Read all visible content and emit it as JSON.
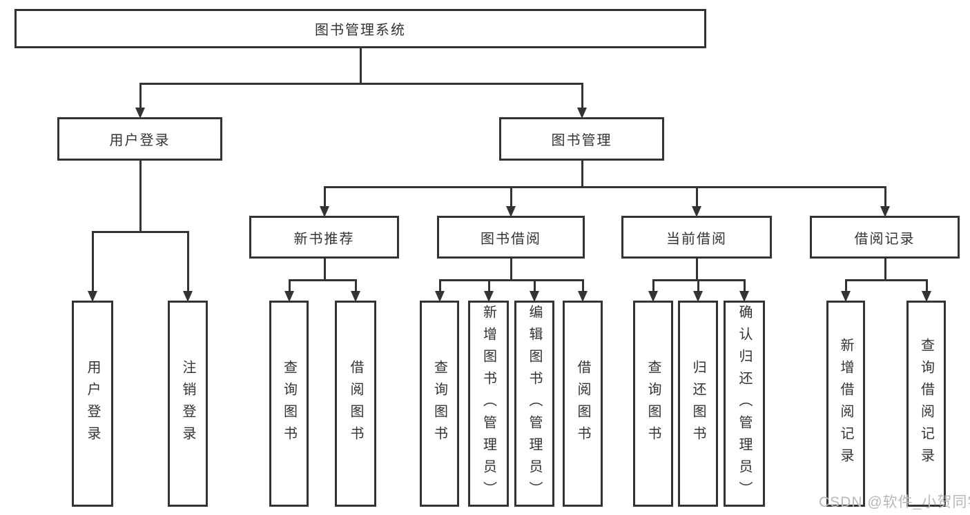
{
  "diagram": {
    "type": "hierarchy-tree",
    "nodes": [
      {
        "id": "root",
        "label": "图书管理系统",
        "children": [
          "user-login",
          "book-mgmt"
        ]
      },
      {
        "id": "user-login",
        "label": "用户登录",
        "children": [
          "leaf-user-login",
          "leaf-logout"
        ]
      },
      {
        "id": "book-mgmt",
        "label": "图书管理",
        "children": [
          "new-book-rec",
          "book-borrow",
          "current-borrow",
          "borrow-records"
        ]
      },
      {
        "id": "new-book-rec",
        "label": "新书推荐",
        "children": [
          "leaf-rec-query-books",
          "leaf-rec-borrow-books"
        ]
      },
      {
        "id": "book-borrow",
        "label": "图书借阅",
        "children": [
          "leaf-bor-query-books",
          "leaf-add-book",
          "leaf-edit-book",
          "leaf-bor-borrow-books"
        ]
      },
      {
        "id": "current-borrow",
        "label": "当前借阅",
        "children": [
          "leaf-cur-query-books",
          "leaf-return-book",
          "leaf-confirm-return"
        ]
      },
      {
        "id": "borrow-records",
        "label": "借阅记录",
        "children": [
          "leaf-add-borrow-record",
          "leaf-query-borrow-record"
        ]
      },
      {
        "id": "leaf-user-login",
        "label": "用户登录",
        "children": []
      },
      {
        "id": "leaf-logout",
        "label": "注销登录",
        "children": []
      },
      {
        "id": "leaf-rec-query-books",
        "label": "查询图书",
        "children": []
      },
      {
        "id": "leaf-rec-borrow-books",
        "label": "借阅图书",
        "children": []
      },
      {
        "id": "leaf-bor-query-books",
        "label": "查询图书",
        "children": []
      },
      {
        "id": "leaf-add-book",
        "label": "新增图书（管理员）",
        "children": []
      },
      {
        "id": "leaf-edit-book",
        "label": "编辑图书（管理员）",
        "children": []
      },
      {
        "id": "leaf-bor-borrow-books",
        "label": "借阅图书",
        "children": []
      },
      {
        "id": "leaf-cur-query-books",
        "label": "查询图书",
        "children": []
      },
      {
        "id": "leaf-return-book",
        "label": "归还图书",
        "children": []
      },
      {
        "id": "leaf-confirm-return",
        "label": "确认归还（管理员）",
        "children": []
      },
      {
        "id": "leaf-add-borrow-record",
        "label": "新增借阅记录",
        "children": []
      },
      {
        "id": "leaf-query-borrow-record",
        "label": "查询借阅记录",
        "children": []
      }
    ]
  },
  "watermark": {
    "text": "CSDN @软件_小贺同学"
  },
  "colors": {
    "line": "#333333",
    "text": "#333333",
    "watermark": "#b8b8b8",
    "background": "#ffffff"
  }
}
